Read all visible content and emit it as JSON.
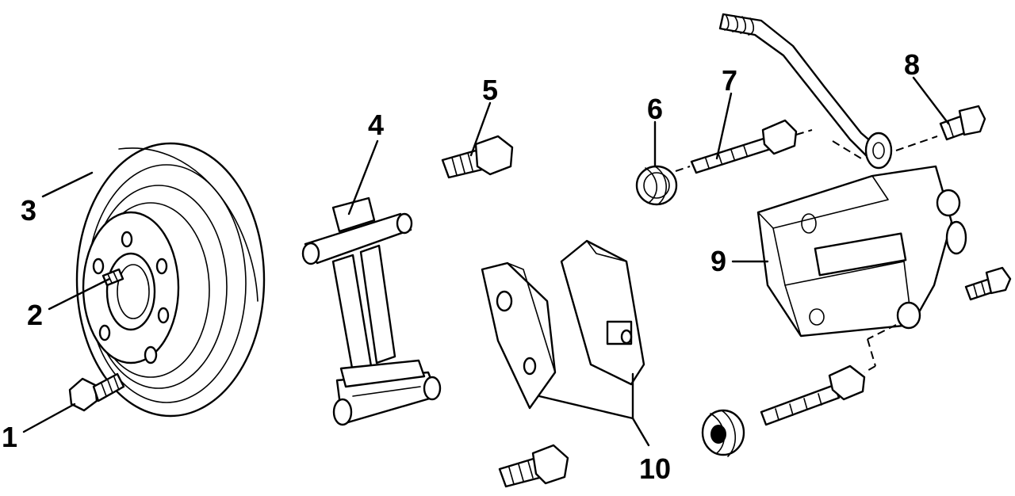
{
  "callouts": {
    "c1": "1",
    "c2": "2",
    "c3": "3",
    "c4": "4",
    "c5": "5",
    "c6": "6",
    "c7": "7",
    "c8": "8",
    "c9": "9",
    "c10": "10"
  },
  "colors": {
    "ink": "#000000",
    "paper": "#ffffff"
  }
}
